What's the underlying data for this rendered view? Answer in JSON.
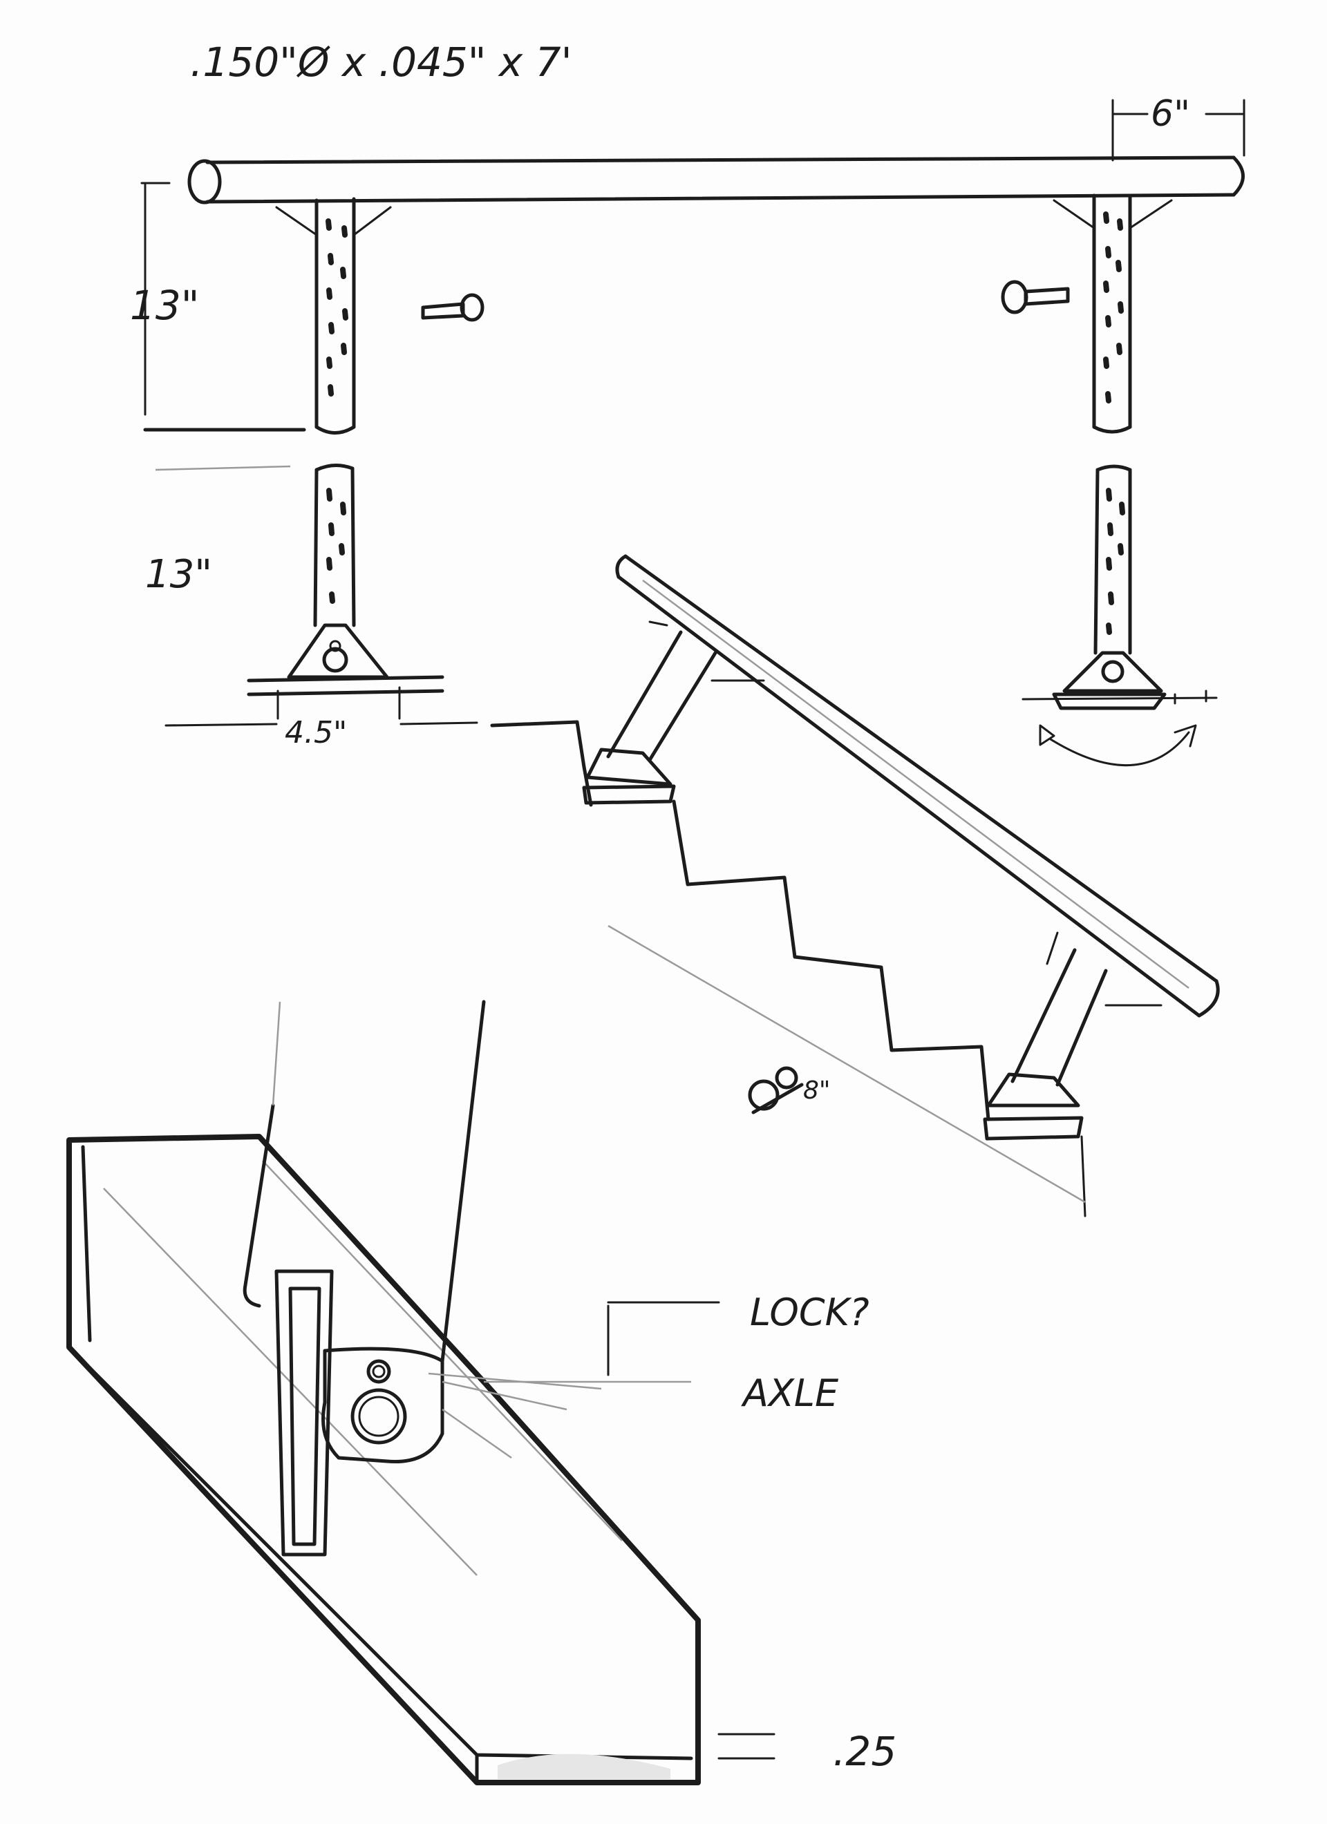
{
  "labels": {
    "tube_spec": ".150\"Ø x .045\" x 7'",
    "overhang": "6\"",
    "upper_post_height": "13\"",
    "lower_post_height": "13\"",
    "base_width": "4.5\"",
    "pin_size": "8\"",
    "lock_note": "LOCK?",
    "axle_note": "AXLE",
    "plate_thickness": ".25"
  },
  "colors": {
    "ink": "#1c1c1c",
    "paper": "#fdfdfd",
    "shading": "#e6e6e6"
  }
}
